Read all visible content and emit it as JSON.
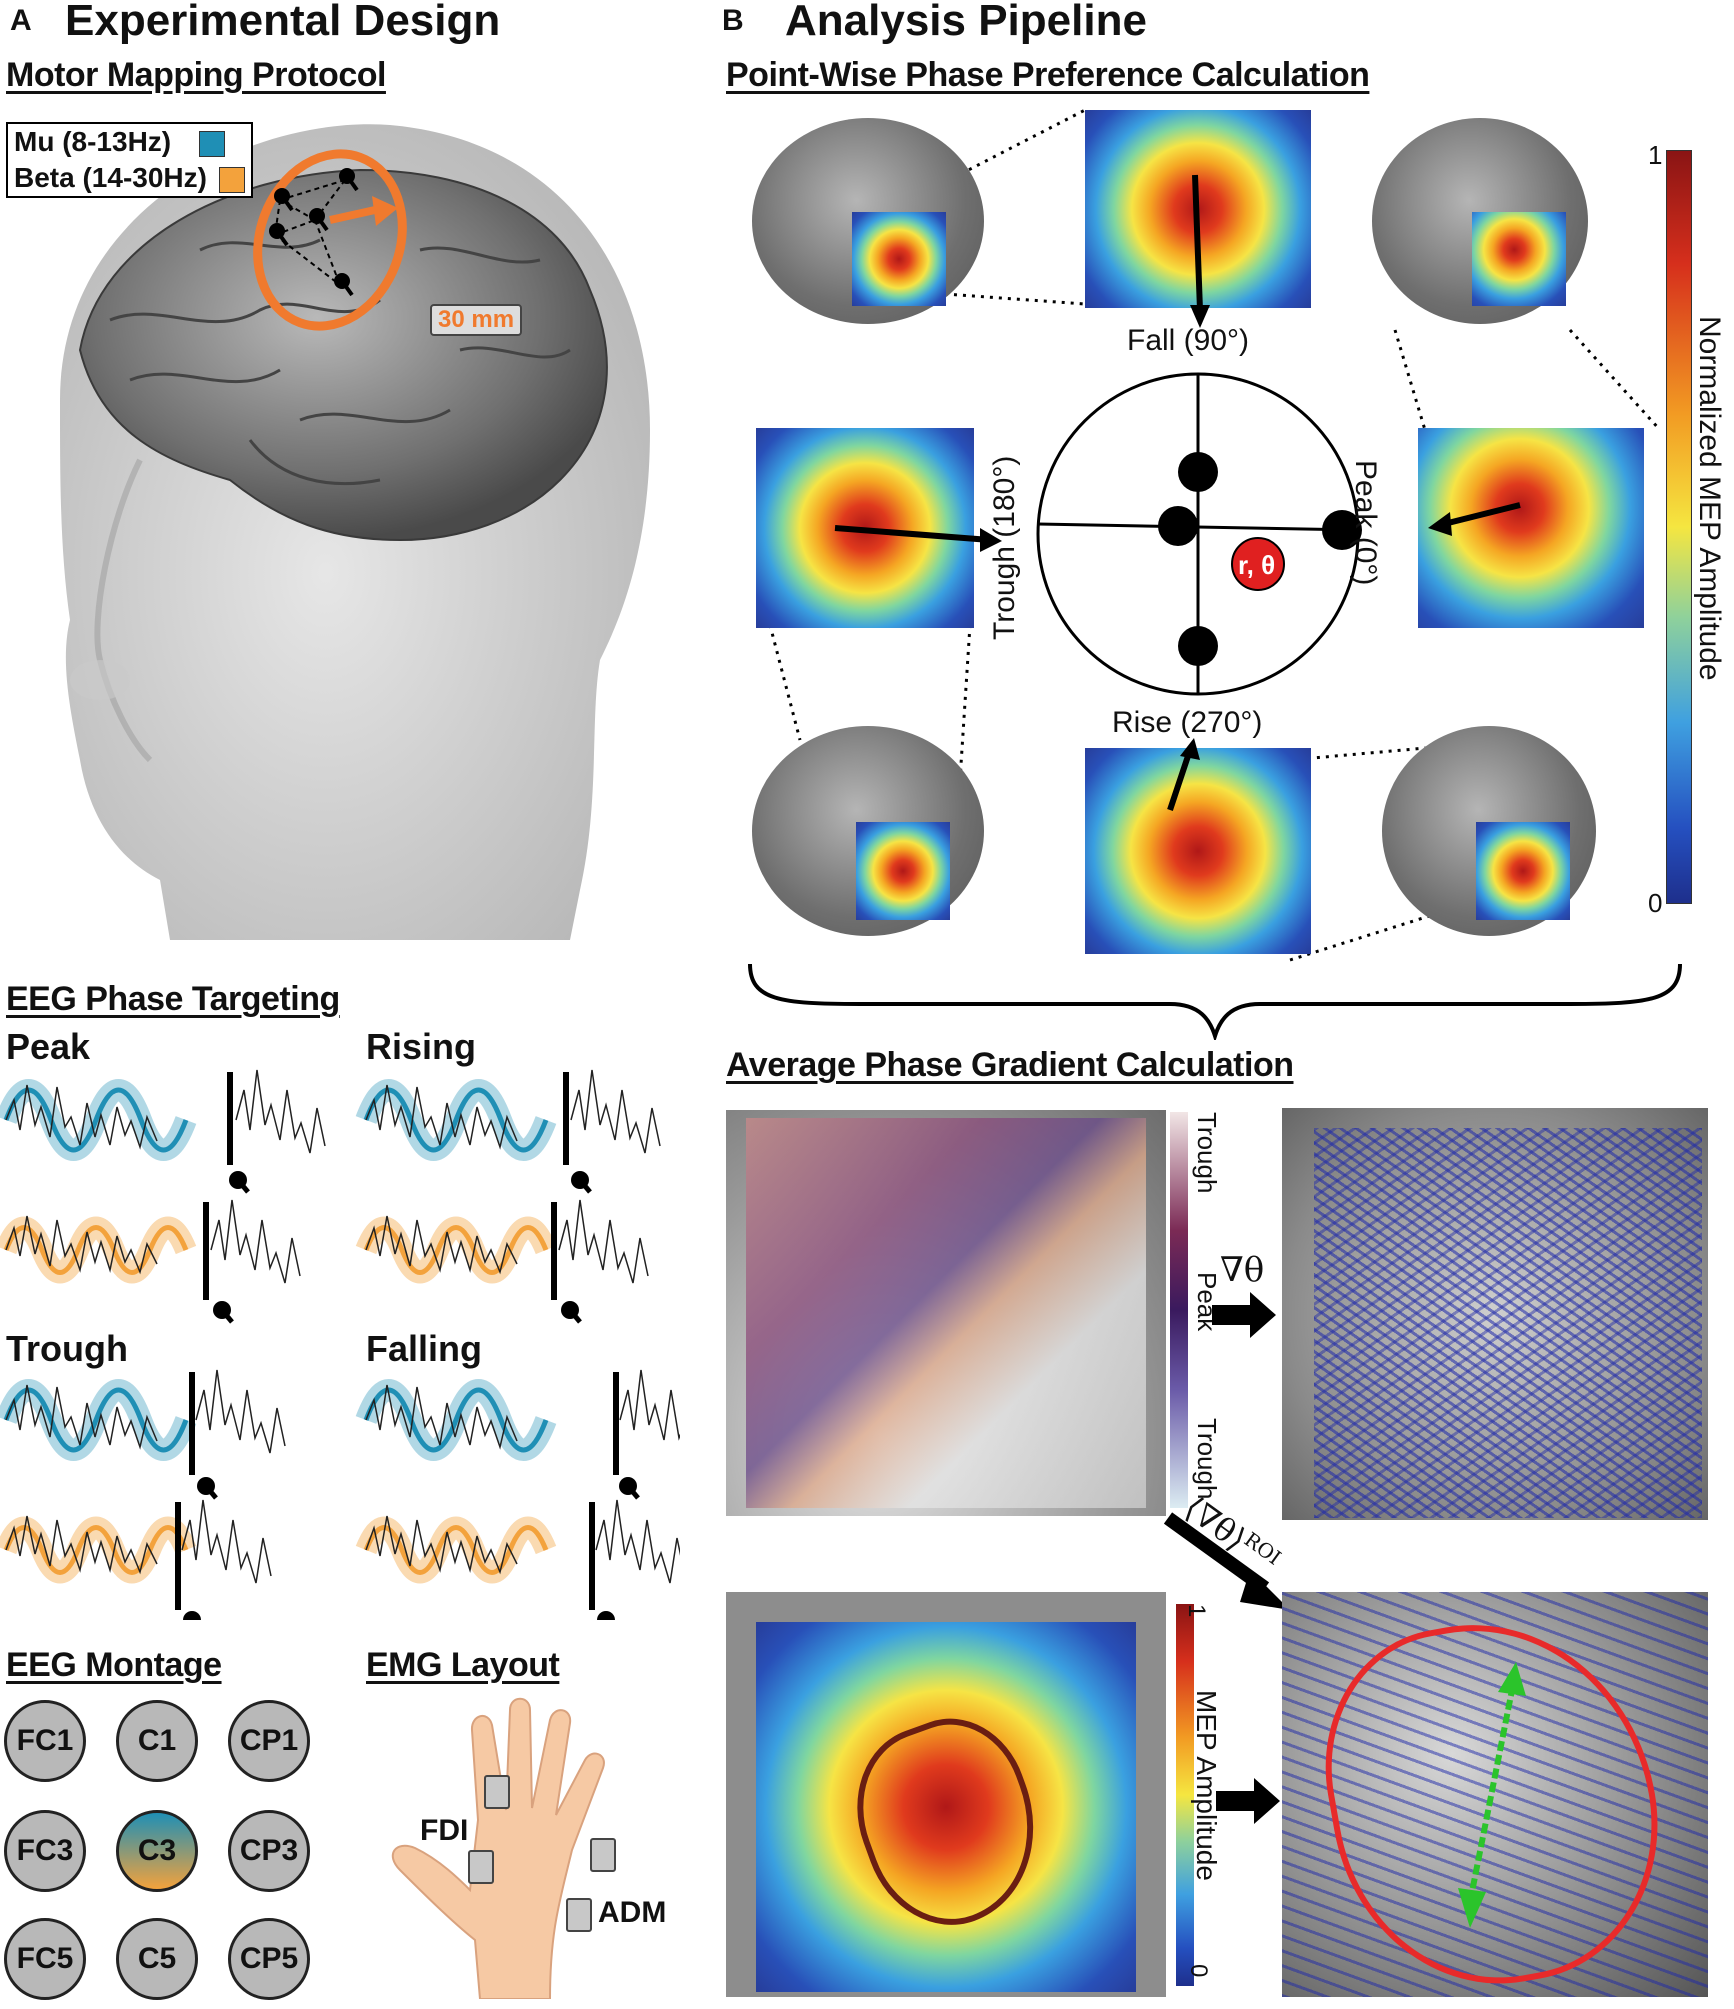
{
  "panel_a": {
    "letter": "A",
    "title": "Experimental Design",
    "motor_mapping": {
      "heading": "Motor Mapping Protocol",
      "legend": [
        {
          "label": "Mu (8-13Hz)",
          "color": "#1f8fb5"
        },
        {
          "label": "Beta (14-30Hz)",
          "color": "#f3a23c"
        }
      ],
      "distance_label": "30 mm",
      "ring_color": "#f07a2e"
    },
    "phase_targeting": {
      "heading": "EEG Phase Targeting",
      "conditions": [
        "Peak",
        "Rising",
        "Trough",
        "Falling"
      ]
    },
    "montage": {
      "heading": "EEG Montage",
      "electrodes": [
        "FC1",
        "C1",
        "CP1",
        "FC3",
        "C3",
        "CP3",
        "FC5",
        "C5",
        "CP5"
      ]
    },
    "emg": {
      "heading": "EMG Layout",
      "muscles": [
        "FDI",
        "ADM"
      ]
    }
  },
  "panel_b": {
    "letter": "B",
    "title": "Analysis Pipeline",
    "pointwise": {
      "heading": "Point-Wise Phase Preference Calculation",
      "phase_labels": {
        "fall": "Fall (90°)",
        "trough": "Trough (180°)",
        "peak": "Peak (0°)",
        "rise": "Rise (270°)"
      },
      "vector_label": "r, θ",
      "colorbar": {
        "label": "Normalized MEP Amplitude",
        "max": "1",
        "min": "0"
      }
    },
    "gradient": {
      "heading": "Average Phase Gradient Calculation",
      "phase_bar": [
        "Trough",
        "Peak",
        "Trough"
      ],
      "grad_symbol": "∇θ",
      "roi_symbol": "⟨∇θ⟩",
      "roi_sup": "ROI",
      "mep_bar": {
        "label": "MEP Amplitude",
        "max": "1",
        "min": "0"
      }
    }
  }
}
